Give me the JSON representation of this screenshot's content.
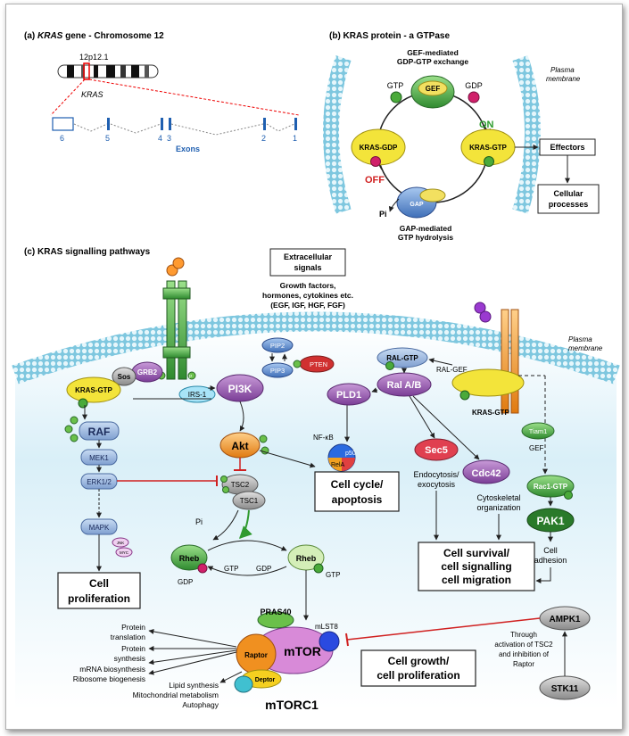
{
  "panel_a": {
    "title_prefix": "(a) ",
    "title_gene": "KRAS",
    "title_rest": " gene - Chromosome 12",
    "band": "12p12.1",
    "gene_label": "KRAS",
    "exon_numbers": [
      "6",
      "5",
      "4",
      "3",
      "2",
      "1"
    ],
    "exons_label": "Exons"
  },
  "panel_b": {
    "title": "(b) KRAS protein - a GTPase",
    "gef_caption": [
      "GEF-mediated",
      "GDP-GTP exchange"
    ],
    "gef": "GEF",
    "gap": "GAP",
    "gtp": "GTP",
    "gdp": "GDP",
    "pi": "Pi",
    "kras_gdp": "KRAS-GDP",
    "kras_gtp": "KRAS-GTP",
    "on": "ON",
    "off": "OFF",
    "effectors": "Effectors",
    "cellular_processes": [
      "Cellular",
      "processes"
    ],
    "gap_caption": [
      "GAP-mediated",
      "GTP hydrolysis"
    ],
    "plasma_membrane": [
      "Plasma",
      "membrane"
    ]
  },
  "panel_c": {
    "title": "(c) KRAS signalling pathways",
    "extracellular": [
      "Extracellular",
      "signals"
    ],
    "growth_factors": [
      "Growth factors,",
      "hormones, cytokines etc.",
      "(EGF, IGF, HGF, FGF)"
    ],
    "plasma_membrane": [
      "Plasma",
      "membrane"
    ],
    "sos": "Sos",
    "grb2": "GRB2",
    "kras_gtp": "KRAS-GTP",
    "p": "P",
    "irs1": "IRS-1",
    "pi3k": "PI3K",
    "pip2": "PIP2",
    "pip3": "PIP3",
    "pten": "PTEN",
    "raf": "RAF",
    "mek1": "MEK1",
    "erk": "ERK1/2",
    "mapk": "MAPK",
    "jnk": "JNK",
    "myc": "MYC",
    "cell_prolif": [
      "Cell",
      "proliferation"
    ],
    "akt": "Akt",
    "tsc2": "TSC2",
    "tsc1": "TSC1",
    "pi": "Pi",
    "rheb": "Rheb",
    "gtp": "GTP",
    "gdp": "GDP",
    "nfkb": "NF-κB",
    "p50": "p50",
    "rela": "RelA",
    "cell_cycle": [
      "Cell cycle/",
      "apoptosis"
    ],
    "ral_gtp": "RAL-GTP",
    "ral_gef": "RAL-GEF",
    "pld1": "PLD1",
    "ral_ab": "Ral A/B",
    "sec5": "Sec5",
    "cdc42": "Cdc42",
    "endocytosis": [
      "Endocytosis/",
      "exocytosis"
    ],
    "cytoskeletal": [
      "Cytoskeletal",
      "organization"
    ],
    "survival": [
      "Cell  survival/",
      "cell signalling",
      "cell migration"
    ],
    "tiam1": "Tiam1",
    "gef": "GEF",
    "rac1": "Rac1-GTP",
    "pak1": "PAK1",
    "cell_adhesion": [
      "Cell",
      "adhesion"
    ],
    "ampk1": "AMPK1",
    "stk11": "STK11",
    "through": [
      "Through",
      "activation of TSC2",
      "and inhibition of",
      "Raptor"
    ],
    "cell_growth": [
      "Cell growth/",
      "cell proliferation"
    ],
    "pras40": "PRAS40",
    "mtor": "mTOR",
    "raptor": "Raptor",
    "deptor": "Deptor",
    "mlst8": "mLST8",
    "mtorc1": "mTORC1",
    "outputs": [
      "Protein",
      "translation",
      "Protein",
      "synthesis",
      "mRNA biosynthesis",
      "Ribosome biogenesis",
      "Lipid synthesis",
      "Mitochondrial metabolism",
      "Autophagy"
    ]
  }
}
